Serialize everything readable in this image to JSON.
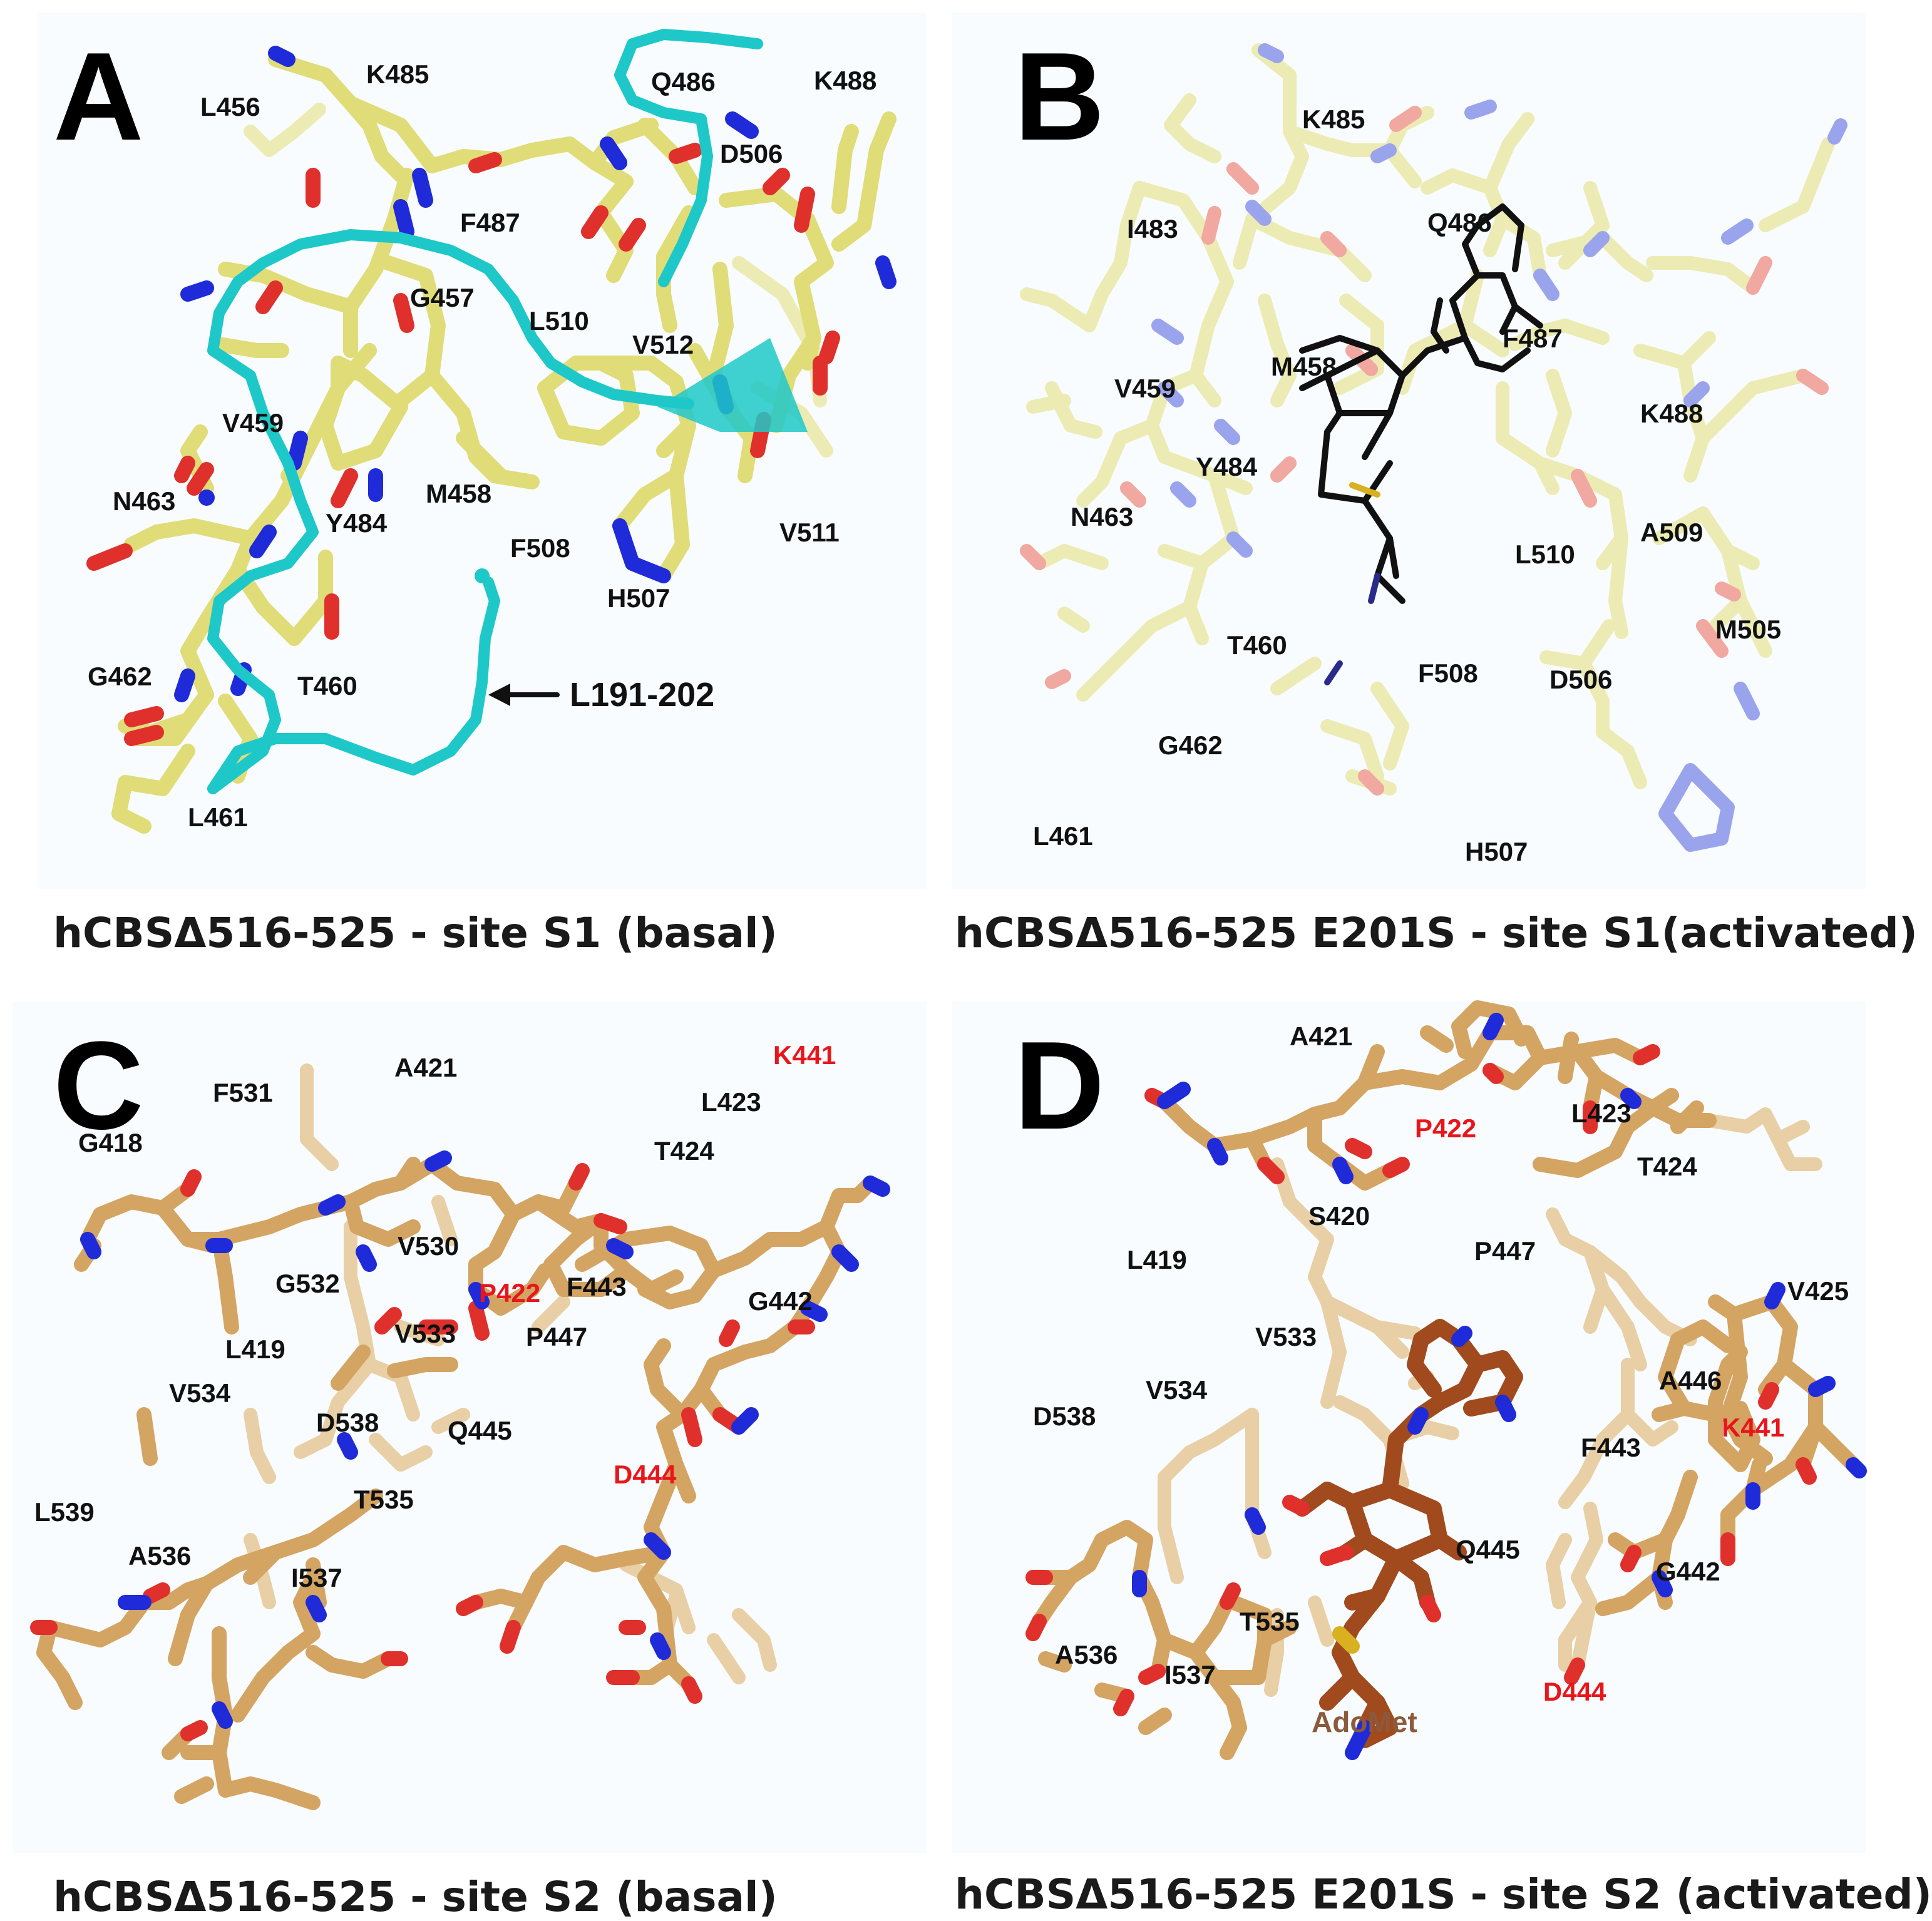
{
  "panels": {
    "A": {
      "letter": "A",
      "caption": "hCBSΔ516-525 - site S1 (basal)",
      "arrow_label": "L191-202",
      "labels": [
        "L456",
        "K485",
        "Q486",
        "K488",
        "D506",
        "F487",
        "G457",
        "L510",
        "V512",
        "V459",
        "N463",
        "Y484",
        "M458",
        "F508",
        "V511",
        "H507",
        "G462",
        "T460",
        "L461"
      ]
    },
    "B": {
      "letter": "B",
      "caption": "hCBSΔ516-525 E201S - site S1(activated)",
      "labels": [
        "K485",
        "I483",
        "Q486",
        "F487",
        "M458",
        "V459",
        "K488",
        "Y484",
        "N463",
        "A509",
        "L510",
        "T460",
        "M505",
        "F508",
        "D506",
        "G462",
        "L461",
        "H507"
      ]
    },
    "C": {
      "letter": "C",
      "caption": "hCBSΔ516-525 - site S2 (basal)",
      "labels": [
        "K441",
        "F531",
        "A421",
        "L423",
        "G418",
        "T424",
        "V530",
        "P422",
        "F443",
        "G442",
        "G532",
        "L419",
        "V533",
        "P447",
        "V534",
        "D538",
        "Q445",
        "D444",
        "L539",
        "T535",
        "A536",
        "I537"
      ],
      "red_labels": [
        "K441",
        "P422",
        "D444"
      ]
    },
    "D": {
      "letter": "D",
      "caption": "hCBSΔ516-525 E201S - site S2 (activated)",
      "labels": [
        "A421",
        "P422",
        "L423",
        "T424",
        "S420",
        "P447",
        "V425",
        "L419",
        "V533",
        "A446",
        "D538",
        "V534",
        "F443",
        "K441",
        "Q445",
        "G442",
        "T535",
        "A536",
        "I537",
        "D444",
        "AdoMet"
      ],
      "red_labels": [
        "P422",
        "K441",
        "D444"
      ]
    }
  },
  "colors": {
    "carbon_yellow": "#e0dc78",
    "carbon_yellow_light": "#ecebb4",
    "carbon_orange": "#d4a463",
    "carbon_orange_light": "#e8cfa5",
    "nitrogen": "#1f2ad8",
    "oxygen": "#e0302c",
    "sulfur": "#d8b020",
    "cartoon": "#1ec8c8",
    "ligand_black": "#111111",
    "adomet": "#a04a1e",
    "panel_bg": "#f8fcfe"
  }
}
